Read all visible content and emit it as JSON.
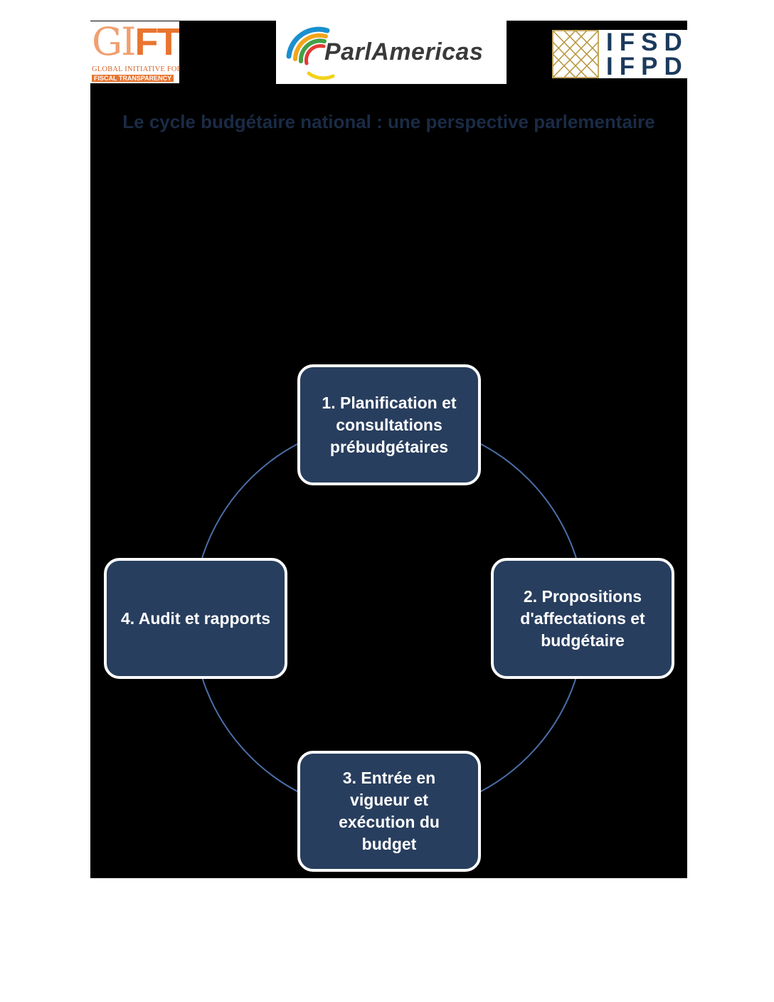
{
  "logos": {
    "gift": {
      "letters_light": "GI",
      "letters_bold": "FT",
      "line1": "GLOBAL INITIATIVE FOR",
      "line2": "FISCAL TRANSPARENCY"
    },
    "parlamericas": {
      "name": "ParlAmericas"
    },
    "ifsd": {
      "line1": "IFSD",
      "line2": "IFPD"
    }
  },
  "title": "Le cycle budgétaire national : une perspective parlementaire",
  "cycle": {
    "stages": [
      {
        "label": "1. Planification et consultations prébudgétaires"
      },
      {
        "label": "2. Propositions d'affectations et budgétaire"
      },
      {
        "label": "3. Entrée en vigueur et exécution du budget"
      },
      {
        "label": "4. Audit et rapports"
      }
    ]
  },
  "colors": {
    "panel_background": "#000000",
    "stage_fill": "#283e5e",
    "cycle_line": "#4a6ea8",
    "title_text": "#1a2b46",
    "gift_orange": "#e8742f",
    "ifsd_blue": "#1b3a5c",
    "ifsd_gold": "#b8963e"
  }
}
